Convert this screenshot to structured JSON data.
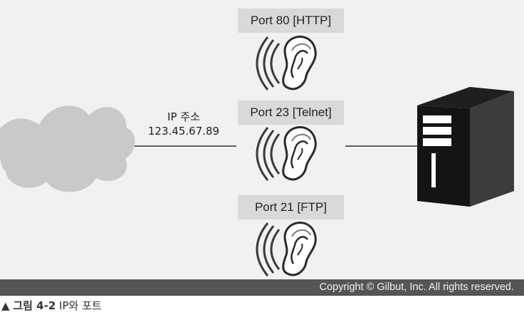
{
  "ports": [
    {
      "label": "Port 80 [HTTP]"
    },
    {
      "label": "Port 23 [Telnet]"
    },
    {
      "label": "Port 21 [FTP]"
    }
  ],
  "ip": {
    "title": "IP 주소",
    "address": "123.45.67.89"
  },
  "copyright": "Copyright © Gilbut, Inc. All rights reserved.",
  "caption": {
    "marker": "▲",
    "label": "그림 4-2",
    "text": "IP와 포트"
  },
  "colors": {
    "panel_bg": "#f1f1f1",
    "port_label_bg": "#d9d9d9",
    "cloud": "#c9c9c9",
    "server": "#141414",
    "copyright_bar": "#555555"
  },
  "icons": [
    "cloud-icon",
    "ear-icon",
    "server-icon"
  ]
}
